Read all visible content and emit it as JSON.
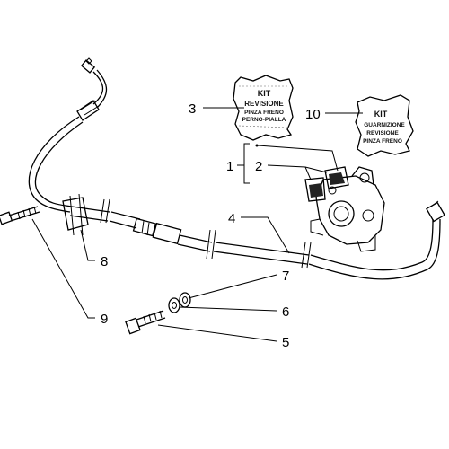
{
  "callouts": {
    "c1": "1",
    "c2": "2",
    "c3": "3",
    "c4": "4",
    "c5": "5",
    "c6": "6",
    "c7": "7",
    "c8": "8",
    "c9": "9",
    "c10": "10"
  },
  "kit_labels": {
    "kit3": {
      "line1": "KIT",
      "line2": "REVISIONE",
      "line3": "PINZA FRENO",
      "line4": "PERNO-PIALLA"
    },
    "kit10": {
      "line1": "KIT",
      "line2": "GUARNIZIONE",
      "line3": "REVISIONE",
      "line4": "PINZA FRENO"
    }
  }
}
